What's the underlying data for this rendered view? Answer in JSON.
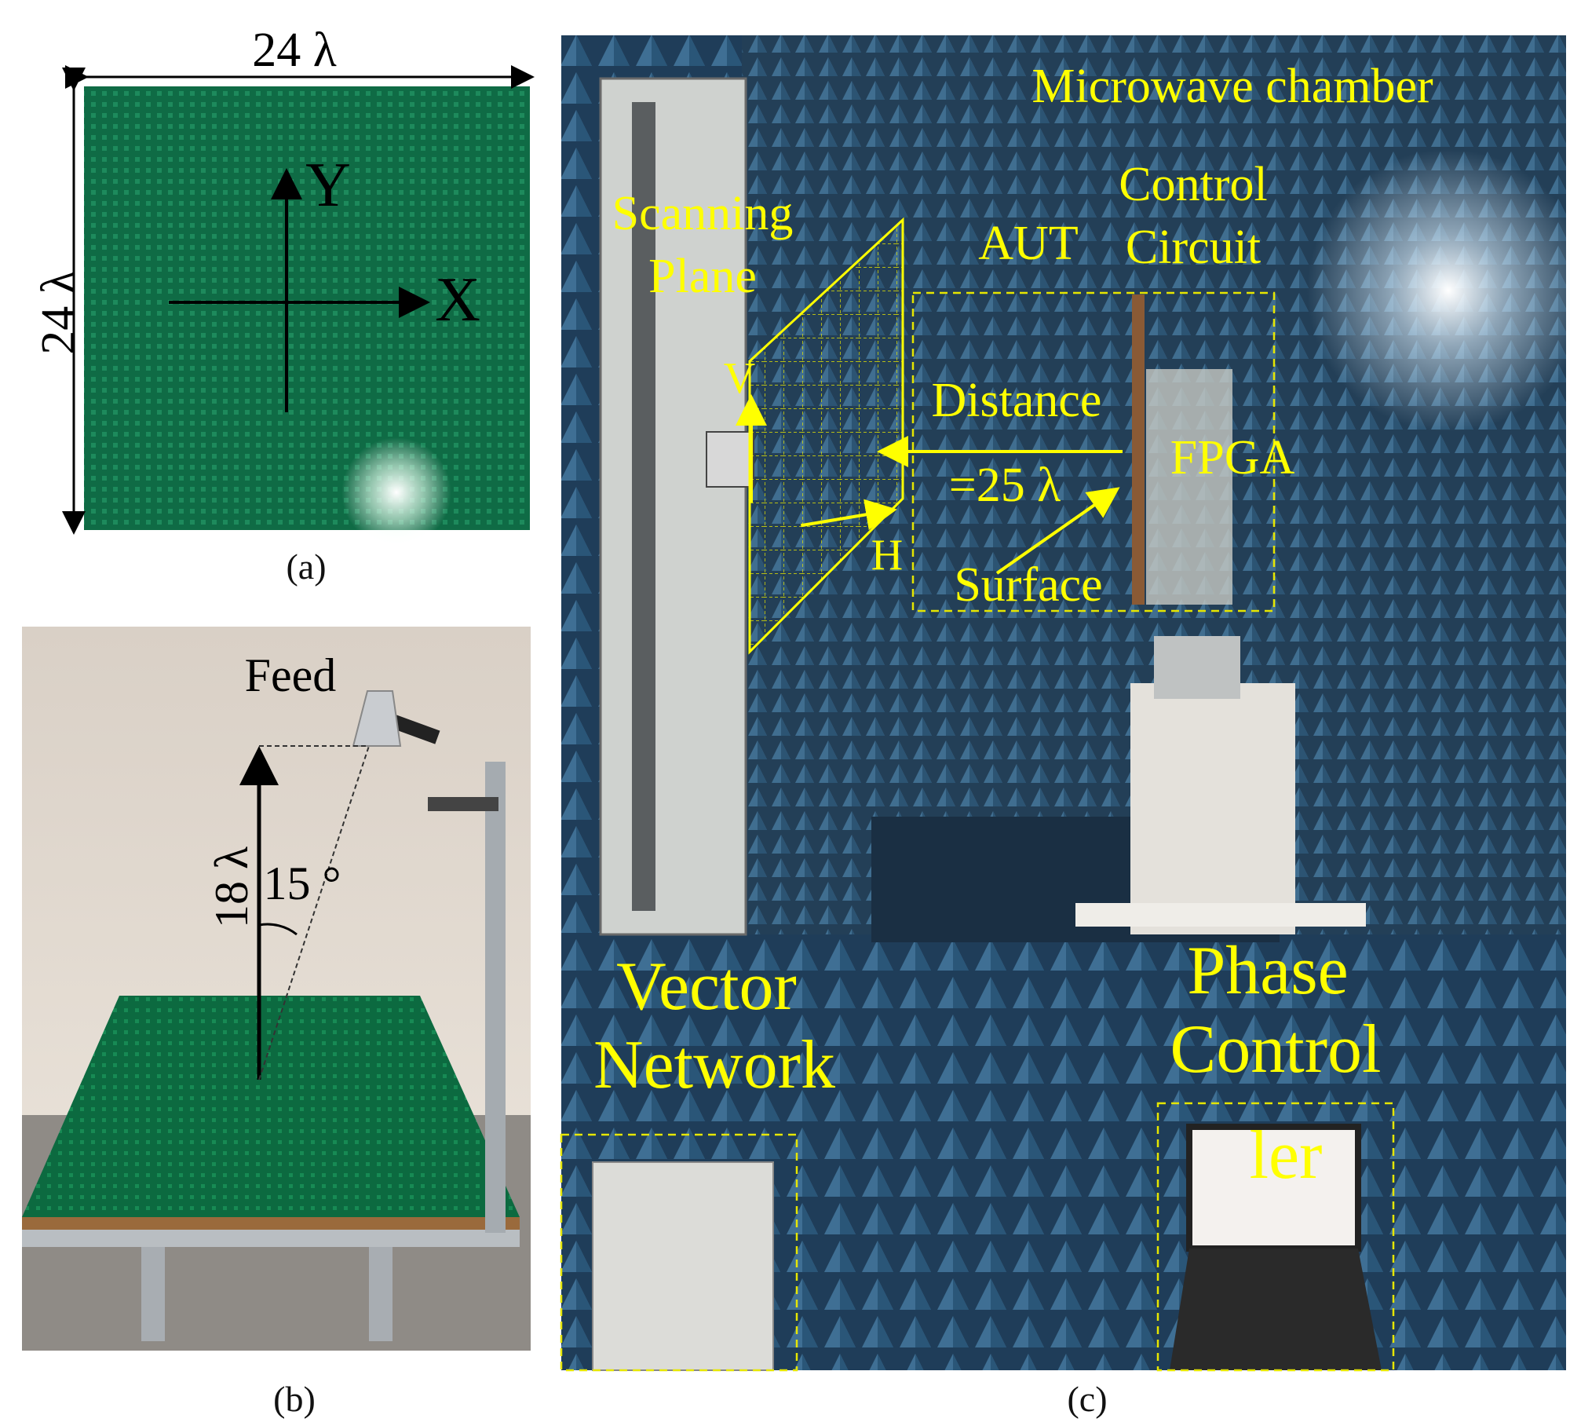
{
  "panel_a": {
    "caption": "(a)",
    "width_label": "24 λ",
    "height_label": "24 λ",
    "axis_y": "Y",
    "axis_x": "X",
    "board_color": "#0f6b45"
  },
  "panel_b": {
    "caption": "(b)",
    "feed_label": "Feed",
    "height_label": "18 λ",
    "angle_label": "15 °",
    "wall_color": "#e6ddd3",
    "board_color": "#0c6a40"
  },
  "panel_c": {
    "caption": "(c)",
    "chamber_label": "Microwave chamber",
    "scan_label_line1": "Scanning",
    "scan_label_line2": "Plane",
    "aut_label": "AUT",
    "control_line1": "Control",
    "control_line2": "Circuit",
    "v_label": "V",
    "h_label": "H",
    "distance_line1": "Distance",
    "distance_line2": "=25 λ",
    "fpga_label": "FPGA",
    "surface_label": "Surface",
    "vna_line1": "Vector",
    "vna_line2": "Network",
    "phase_line1": "Phase",
    "phase_line2": "Control",
    "phase_line3": "ler",
    "label_color": "#ffff00",
    "absorber_color": "#2c4f6e"
  }
}
